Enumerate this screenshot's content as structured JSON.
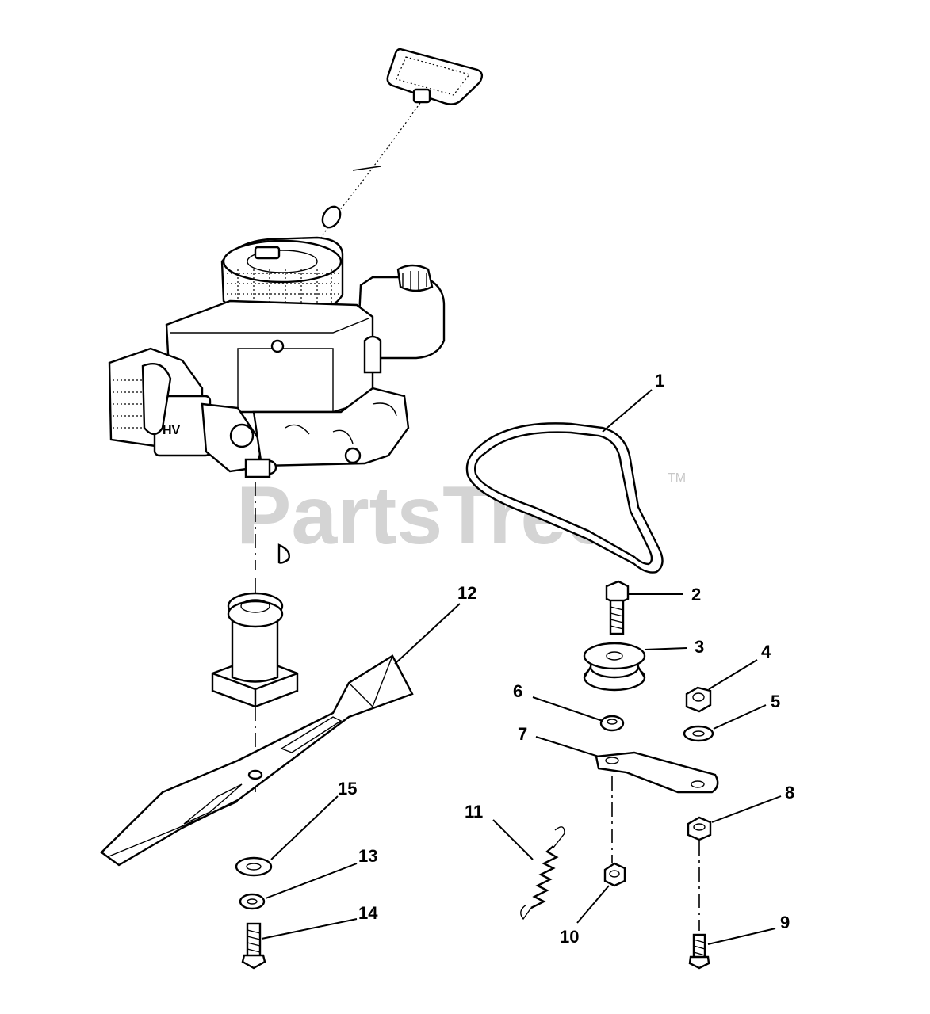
{
  "diagram": {
    "watermark": "PartsTree",
    "trademark": "TM",
    "callouts": [
      "1",
      "2",
      "3",
      "4",
      "5",
      "6",
      "7",
      "8",
      "9",
      "10",
      "11",
      "12",
      "13",
      "14",
      "15"
    ]
  }
}
